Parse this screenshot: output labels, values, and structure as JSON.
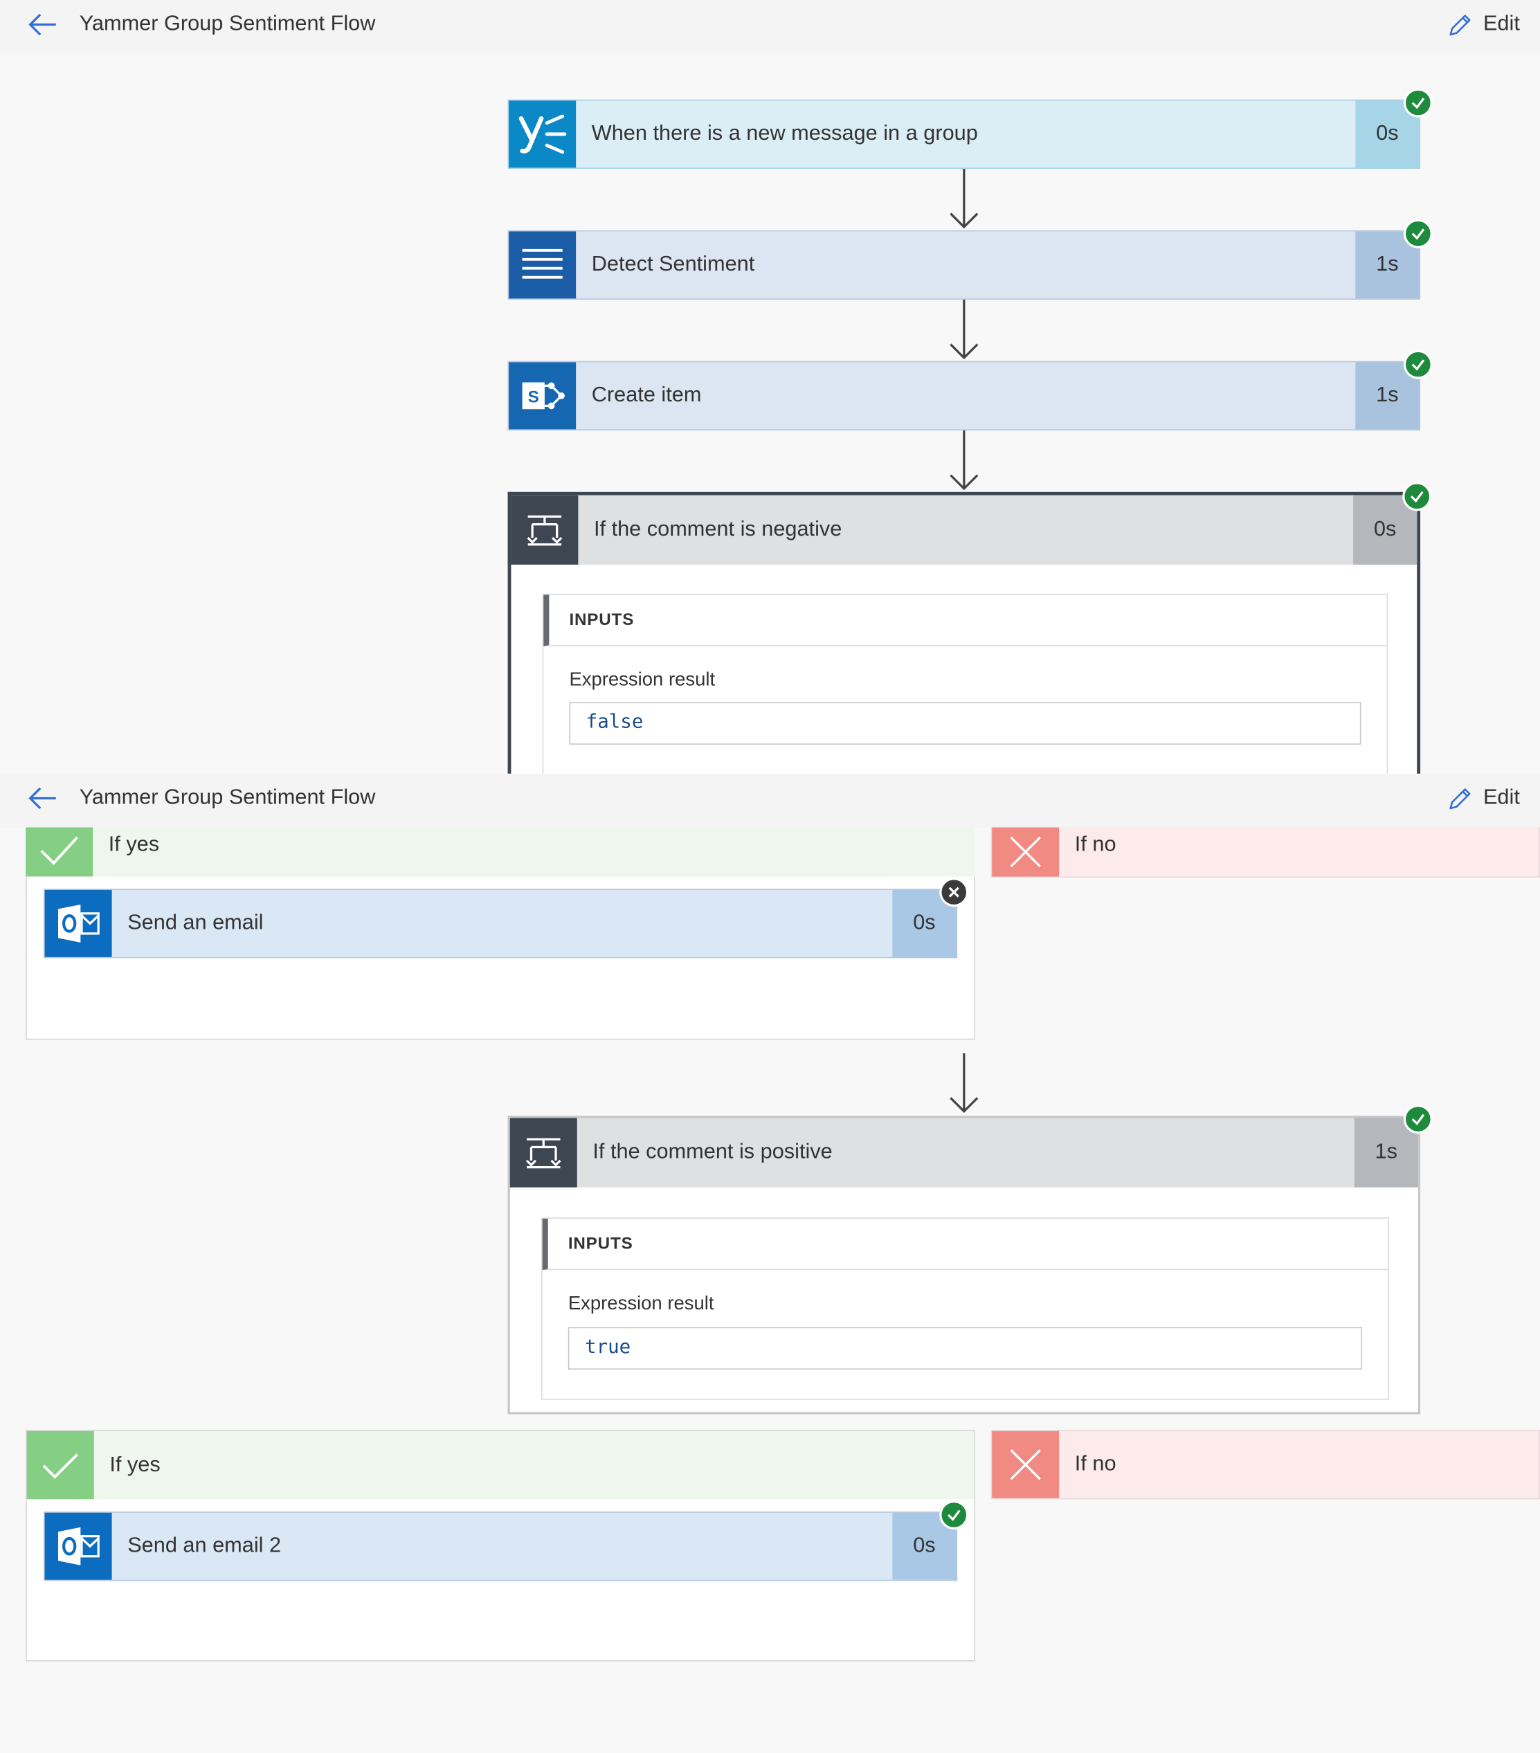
{
  "header": {
    "title": "Yammer Group Sentiment Flow",
    "edit_label": "Edit"
  },
  "steps": [
    {
      "title": "When there is a new message in a group",
      "duration": "0s",
      "icon": "yammer-icon",
      "status": "succeeded"
    },
    {
      "title": "Detect Sentiment",
      "duration": "1s",
      "icon": "text-analytics-icon",
      "status": "succeeded"
    },
    {
      "title": "Create item",
      "duration": "1s",
      "icon": "sharepoint-icon",
      "status": "succeeded"
    }
  ],
  "conditions": [
    {
      "title": "If the comment is negative",
      "duration": "0s",
      "status": "succeeded",
      "inputs_label": "INPUTS",
      "expression_label": "Expression result",
      "expression_value": "false",
      "yes_label": "If yes",
      "no_label": "If no",
      "yes_action": {
        "title": "Send an email",
        "duration": "0s",
        "icon": "outlook-icon",
        "status": "skipped"
      }
    },
    {
      "title": "If the comment is positive",
      "duration": "1s",
      "status": "succeeded",
      "inputs_label": "INPUTS",
      "expression_label": "Expression result",
      "expression_value": "true",
      "yes_label": "If yes",
      "no_label": "If no",
      "yes_action": {
        "title": "Send an email 2",
        "duration": "0s",
        "icon": "outlook-icon",
        "status": "succeeded"
      }
    }
  ],
  "colors": {
    "yammer": "#0b88c6",
    "text_analytics": "#1a5da6",
    "sharepoint": "#1567b2",
    "outlook": "#0c6cc0",
    "condition_dark": "#3d4651",
    "success_badge": "#1e8a3b",
    "yes_green": "#85cf85",
    "no_red": "#f28a84"
  }
}
